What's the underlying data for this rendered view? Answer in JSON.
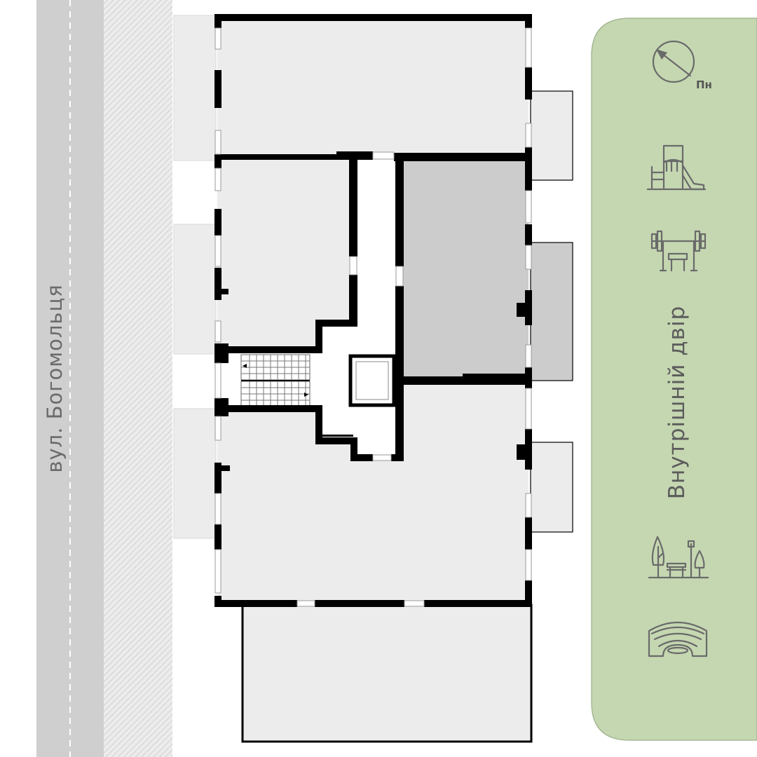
{
  "street": {
    "label": "вул. Богомольця"
  },
  "courtyard": {
    "label": "Внутрішній двір",
    "background": "#c5d7b1",
    "border": "#a5b895"
  },
  "compass": {
    "label": "Пн"
  },
  "icons": [
    {
      "name": "compass-icon"
    },
    {
      "name": "playground-icon"
    },
    {
      "name": "workout-icon"
    },
    {
      "name": "park-icon"
    },
    {
      "name": "amphitheater-icon"
    }
  ],
  "colors": {
    "room": "#ececec",
    "highlighted_unit": "#cccccc",
    "wall": "#000000",
    "road": "#cfcfcf",
    "sidewalk_hatch": "#d9d9d9"
  },
  "plan": {
    "highlighted_unit": "unit-east-middle"
  }
}
